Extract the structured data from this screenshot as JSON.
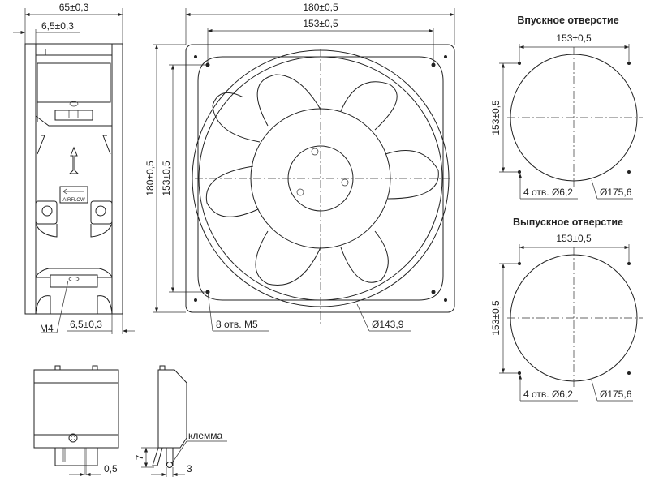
{
  "side_view": {
    "width_dim": "65±0,3",
    "flange_top_dim": "6,5±0,3",
    "flange_bottom_dim": "6,5±0,3",
    "screw_label": "M4",
    "airflow_label": "AIRFLOW"
  },
  "front_view": {
    "width_dim": "180±0,5",
    "hole_spacing_h": "153±0,5",
    "height_dim": "180±0,5",
    "hole_spacing_v": "153±0,5",
    "holes_label": "8 отв. М5",
    "diameter_label": "Ø143,9"
  },
  "inlet": {
    "title": "Впускное отверстие",
    "dim_h": "153±0,5",
    "dim_v": "153±0,5",
    "holes_label": "4 отв. Ø6,2",
    "diameter_label": "Ø175,6"
  },
  "outlet": {
    "title": "Выпускное отверстие",
    "dim_h": "153±0,5",
    "dim_v": "153±0,5",
    "holes_label": "4 отв. Ø6,2",
    "diameter_label": "Ø175,6"
  },
  "terminal": {
    "gap_dim": "0,5",
    "height_dim": "7",
    "terminal_label": "клемма",
    "pin_dim": "3"
  }
}
